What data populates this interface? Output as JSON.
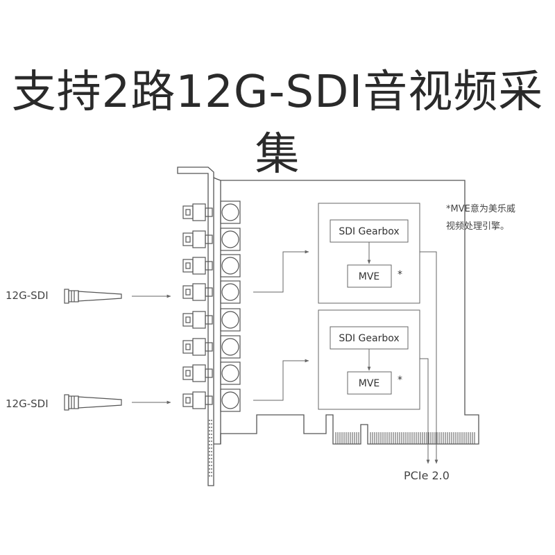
{
  "title": "支持2路12G-SDI音视频采集",
  "inputs": [
    {
      "label": "12G-SDI"
    },
    {
      "label": "12G-SDI"
    }
  ],
  "modules": [
    {
      "gearbox": "SDI Gearbox",
      "engine": "MVE",
      "mark": "*"
    },
    {
      "gearbox": "SDI Gearbox",
      "engine": "MVE",
      "mark": "*"
    }
  ],
  "note": {
    "line1": "*MVE意为美乐威",
    "line2": "视频处理引擎。"
  },
  "bus": "PCIe 2.0",
  "colors": {
    "stroke": "#555555",
    "line": "#666666",
    "text": "#333333"
  },
  "icons": [
    "bnc-connector-icon",
    "sdi-cable-icon",
    "arrow-icon"
  ]
}
